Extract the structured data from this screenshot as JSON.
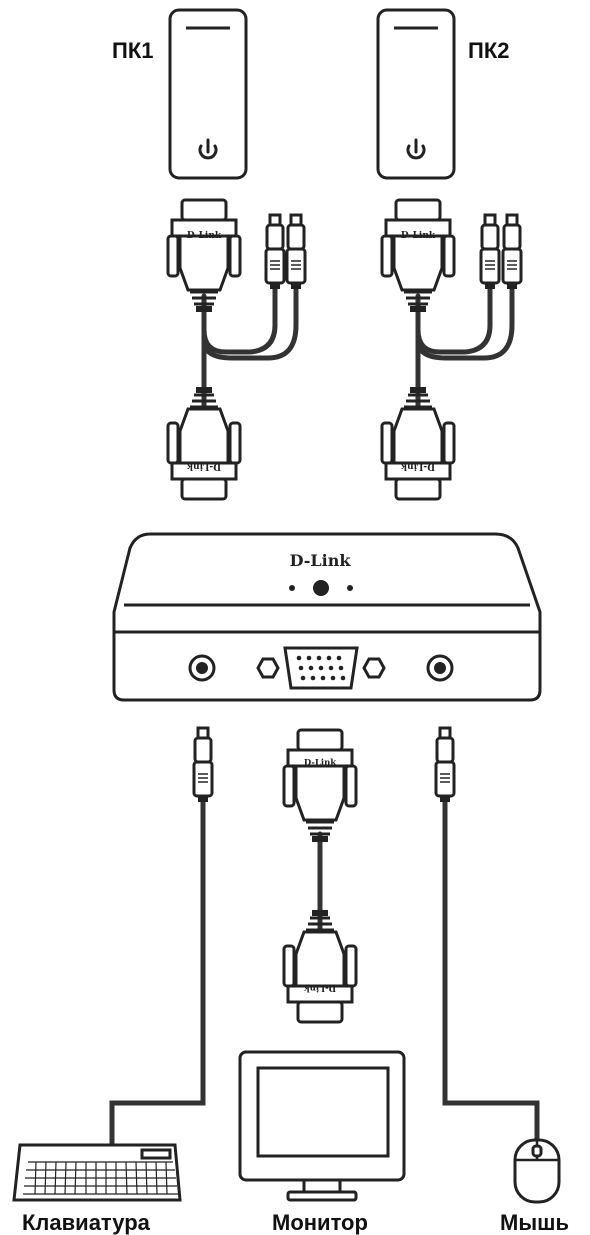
{
  "labels": {
    "pc1": "ПК1",
    "pc2": "ПК2",
    "keyboard": "Клавиатура",
    "monitor": "Монитор",
    "mouse": "Мышь"
  },
  "brand": {
    "switch_logo": "D-Link",
    "connector_logo": "D-Link"
  },
  "colors": {
    "outline": "#222222",
    "background": "#ffffff"
  }
}
